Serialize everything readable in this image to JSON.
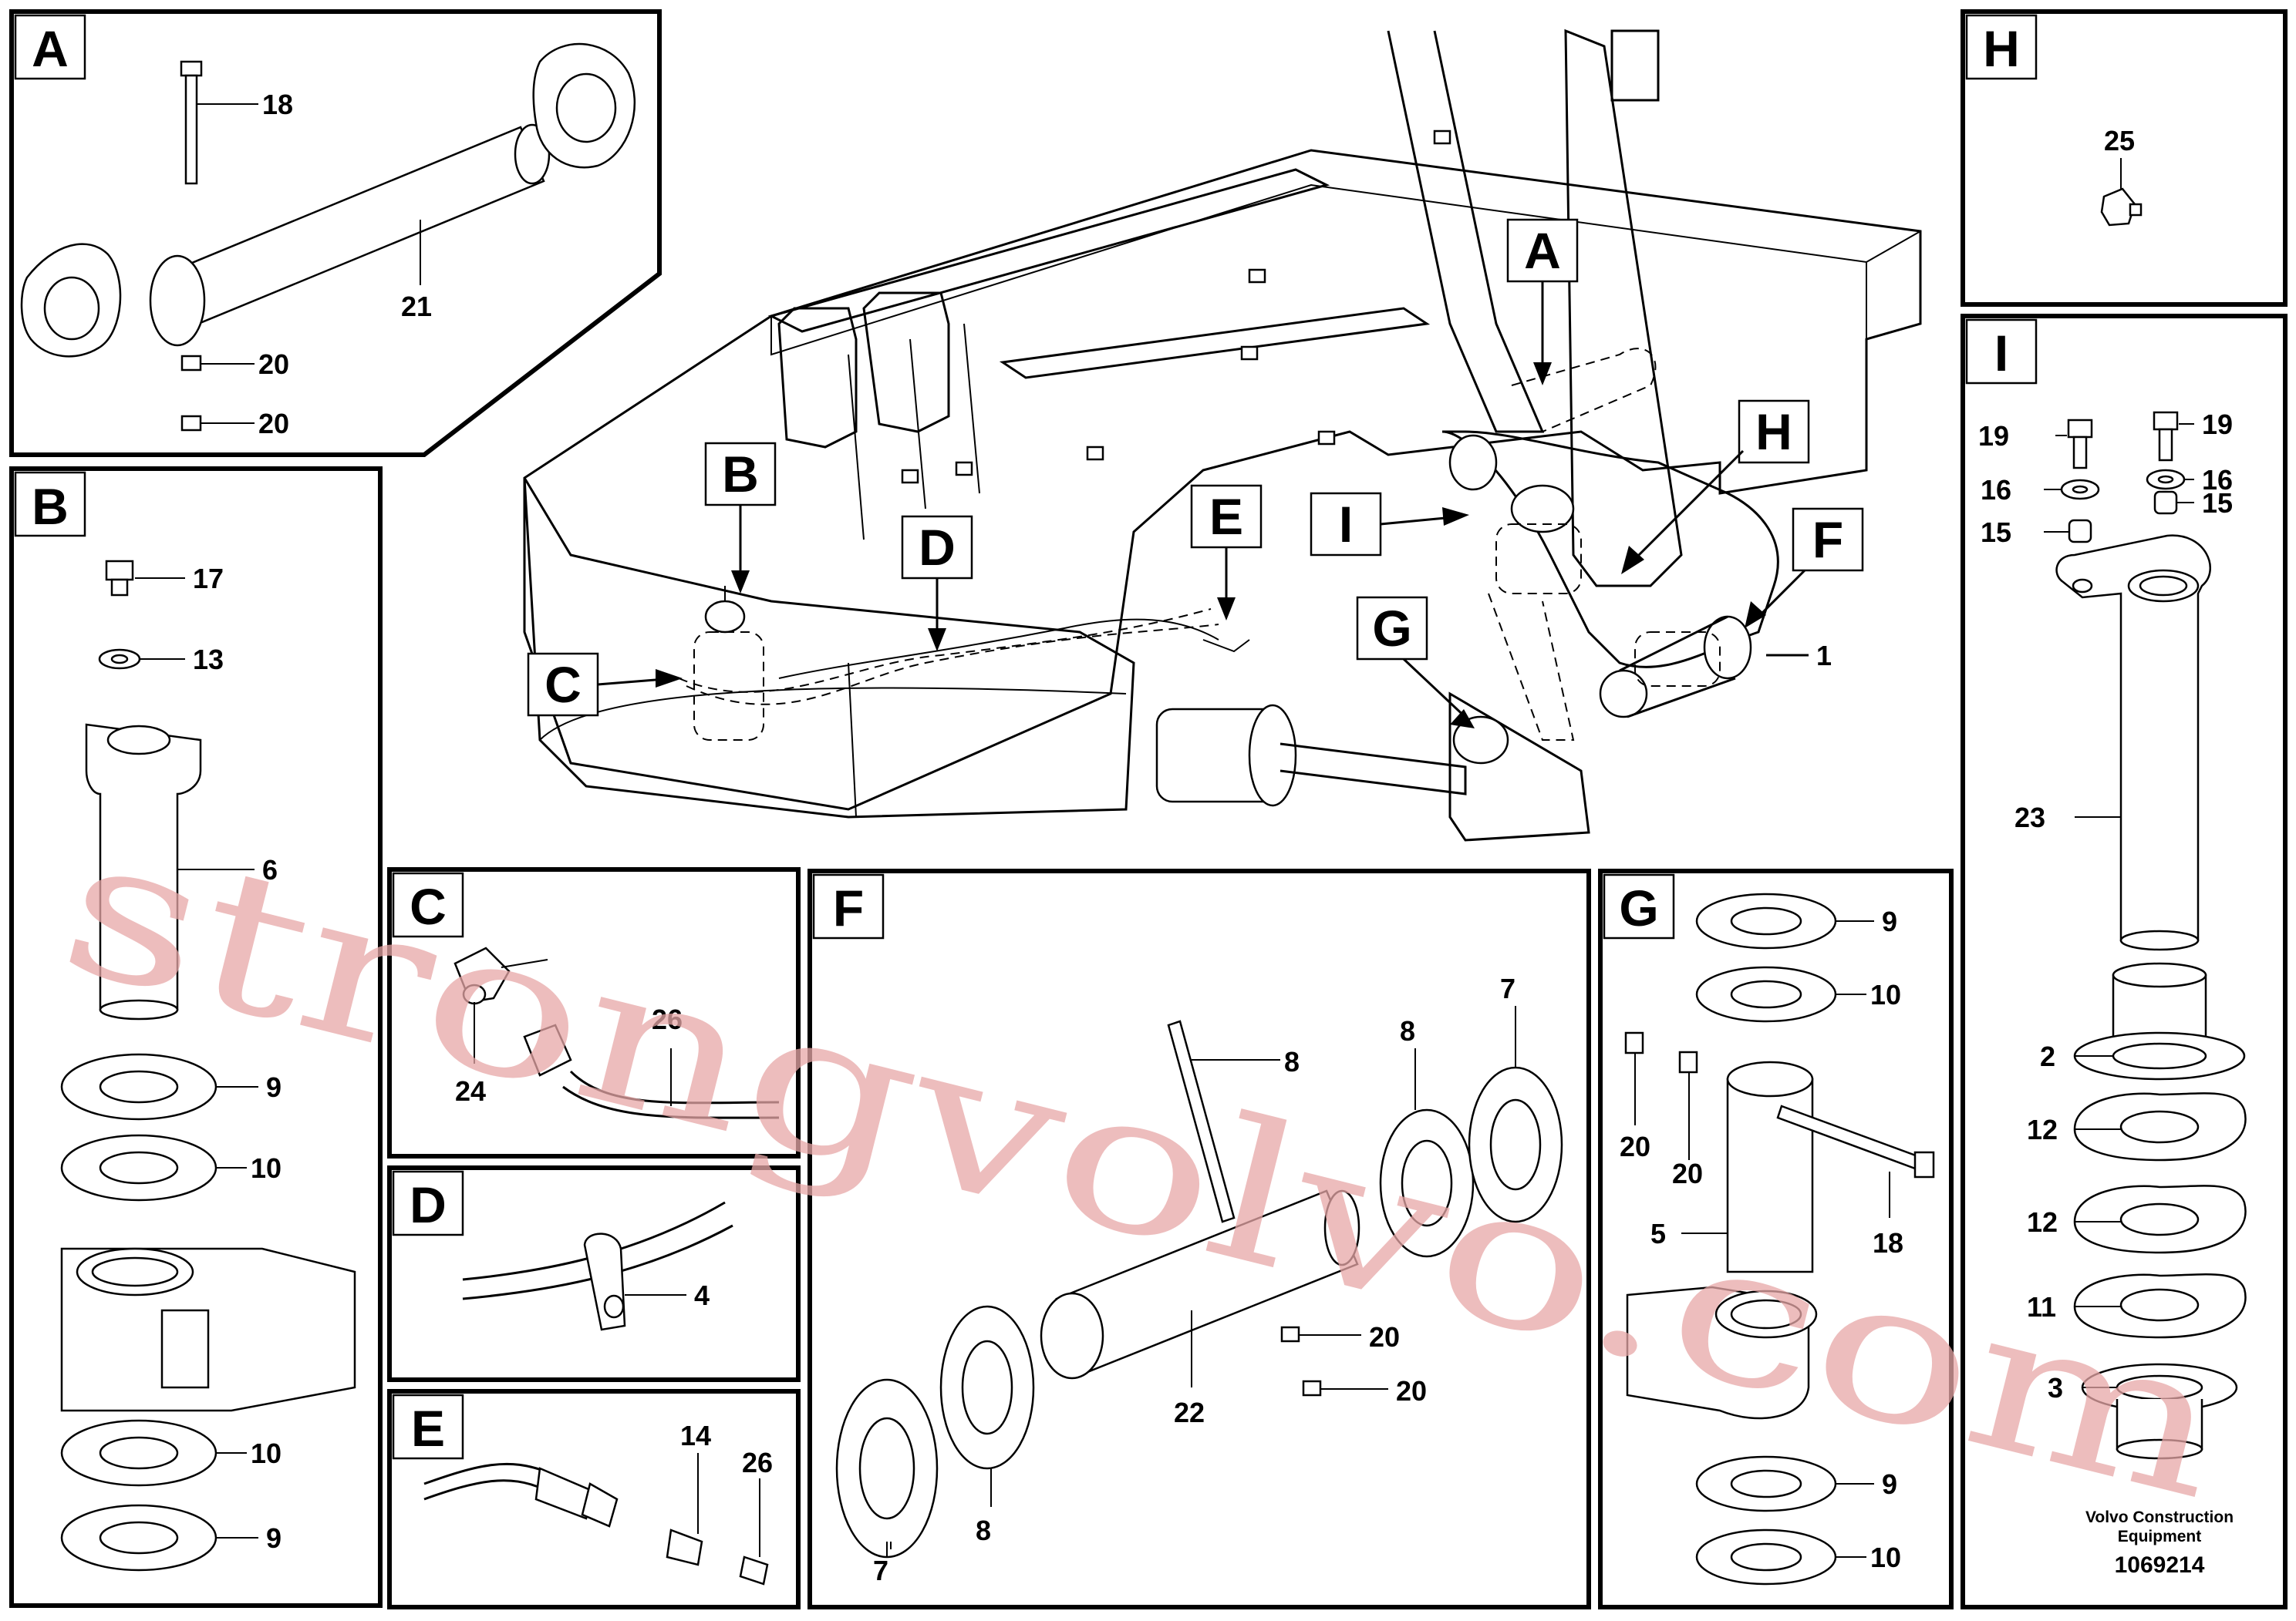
{
  "panels": {
    "A": {
      "letter": "A",
      "labels": [
        "18",
        "21",
        "20",
        "20"
      ]
    },
    "B": {
      "letter": "B",
      "labels": [
        "17",
        "13",
        "6",
        "9",
        "10",
        "10",
        "9"
      ]
    },
    "C": {
      "letter": "C",
      "labels": [
        "24",
        "26"
      ]
    },
    "D": {
      "letter": "D",
      "labels": [
        "4"
      ]
    },
    "E": {
      "letter": "E",
      "labels": [
        "14",
        "26"
      ]
    },
    "F": {
      "letter": "F",
      "labels": [
        "8",
        "8",
        "7",
        "20",
        "20",
        "22",
        "8",
        "7"
      ]
    },
    "G": {
      "letter": "G",
      "labels": [
        "9",
        "10",
        "20",
        "20",
        "5",
        "18",
        "9",
        "10"
      ]
    },
    "H": {
      "letter": "H",
      "labels": [
        "25"
      ]
    },
    "I": {
      "letter": "I",
      "labels": [
        "19",
        "19",
        "16",
        "16",
        "15",
        "15",
        "23",
        "2",
        "12",
        "12",
        "11",
        "3"
      ]
    }
  },
  "main_view": {
    "callouts": [
      "A",
      "B",
      "C",
      "D",
      "E",
      "F",
      "G",
      "H",
      "I"
    ],
    "part_label": "1"
  },
  "footer": {
    "company_line1": "Volvo Construction",
    "company_line2": "Equipment",
    "drawing_number": "1069214"
  },
  "watermark": "strongvolvo.com"
}
